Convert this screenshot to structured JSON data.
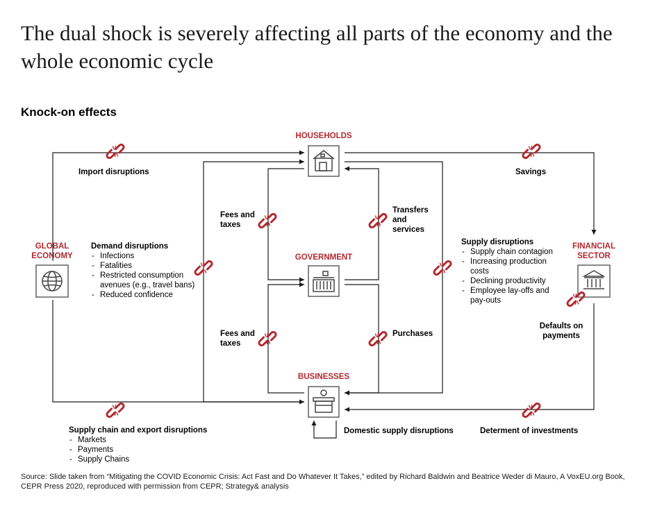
{
  "title": "The dual shock is severely affecting all parts of the economy and the whole economic cycle",
  "subtitle": "Knock-on effects",
  "nodes": {
    "households": "HOUSEHOLDS",
    "government": "GOVERNMENT",
    "businesses": "BUSINESSES",
    "global_economy": "GLOBAL ECONOMY",
    "financial_sector": "FINANCIAL SECTOR"
  },
  "flows": {
    "import_disruptions": "Import disruptions",
    "savings": "Savings",
    "fees_taxes_households": "Fees and taxes",
    "transfers": "Transfers and services",
    "fees_taxes_businesses": "Fees and taxes",
    "purchases": "Purchases",
    "defaults": "Defaults on payments",
    "domestic_supply": "Domestic supply disruptions",
    "determent": "Determent of investments"
  },
  "demand_disruptions": {
    "heading": "Demand disruptions",
    "items": [
      "Infections",
      "Fatalities",
      "Restricted consumption avenues (e.g., travel bans)",
      "Reduced confidence"
    ]
  },
  "supply_disruptions": {
    "heading": "Supply disruptions",
    "items": [
      "Supply chain contagion",
      "Increasing production costs",
      "Declining productivity",
      "Employee lay-offs and pay-outs"
    ]
  },
  "export_disruptions": {
    "heading": "Supply chain and export disruptions",
    "items": [
      "Markets",
      "Payments",
      "Supply Chains"
    ]
  },
  "source": "Source: Slide taken from “Mitigating the COVID Economic Crisis: Act Fast and Do Whatever It Takes,” edited by Richard Baldwin and Beatrice Weder di Mauro, A VoxEU.org Book, CEPR Press 2020, reproduced with permission from CEPR; Strategy& analysis",
  "colors": {
    "accent": "#b3282d",
    "line": "#1a1a1a",
    "icon": "#444444"
  }
}
